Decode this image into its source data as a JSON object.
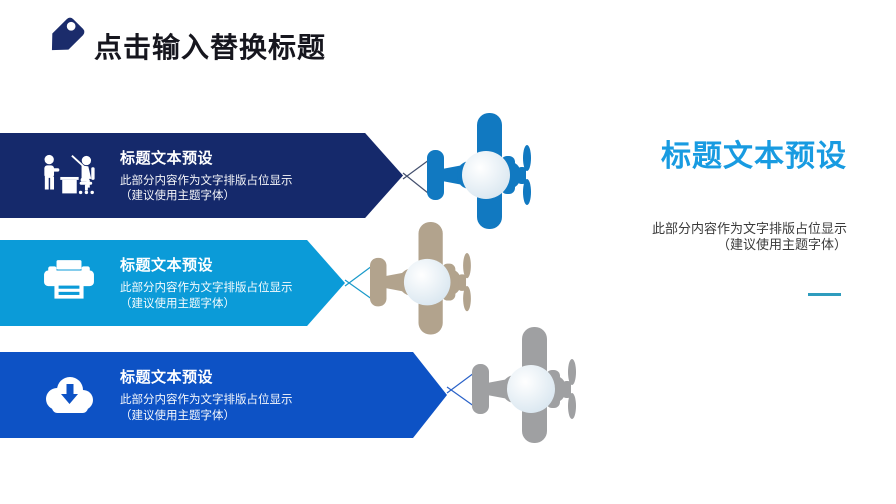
{
  "header": {
    "title": "点击输入替换标题",
    "icon": "tag-icon",
    "icon_color": "#1b2c6b",
    "text_color": "#16161e"
  },
  "banners": [
    {
      "icon": "meeting-icon",
      "title": "标题文本预设",
      "line1": "此部分内容作为文字排版占位显示",
      "line2": "（建议使用主题字体）",
      "color": "#15296b",
      "plane": {
        "name": "airplane-blue",
        "color": "#1179c1"
      }
    },
    {
      "icon": "printer-icon",
      "title": "标题文本预设",
      "line1": "此部分内容作为文字排版占位显示",
      "line2": "（建议使用主题字体）",
      "color": "#0b9bd8",
      "plane": {
        "name": "airplane-tan",
        "color": "#b2a38d"
      }
    },
    {
      "icon": "cloud-download-icon",
      "title": "标题文本预设",
      "line1": "此部分内容作为文字排版占位显示",
      "line2": "（建议使用主题字体）",
      "color": "#0d52c5",
      "plane": {
        "name": "airplane-gray",
        "color": "#9fa0a2"
      }
    }
  ],
  "right_panel": {
    "title": "标题文本预设",
    "line1": "此部分内容作为文字排版占位显示",
    "line2": "（建议使用主题字体）",
    "title_color": "#189be1",
    "accent_color": "#2e9cbe"
  }
}
